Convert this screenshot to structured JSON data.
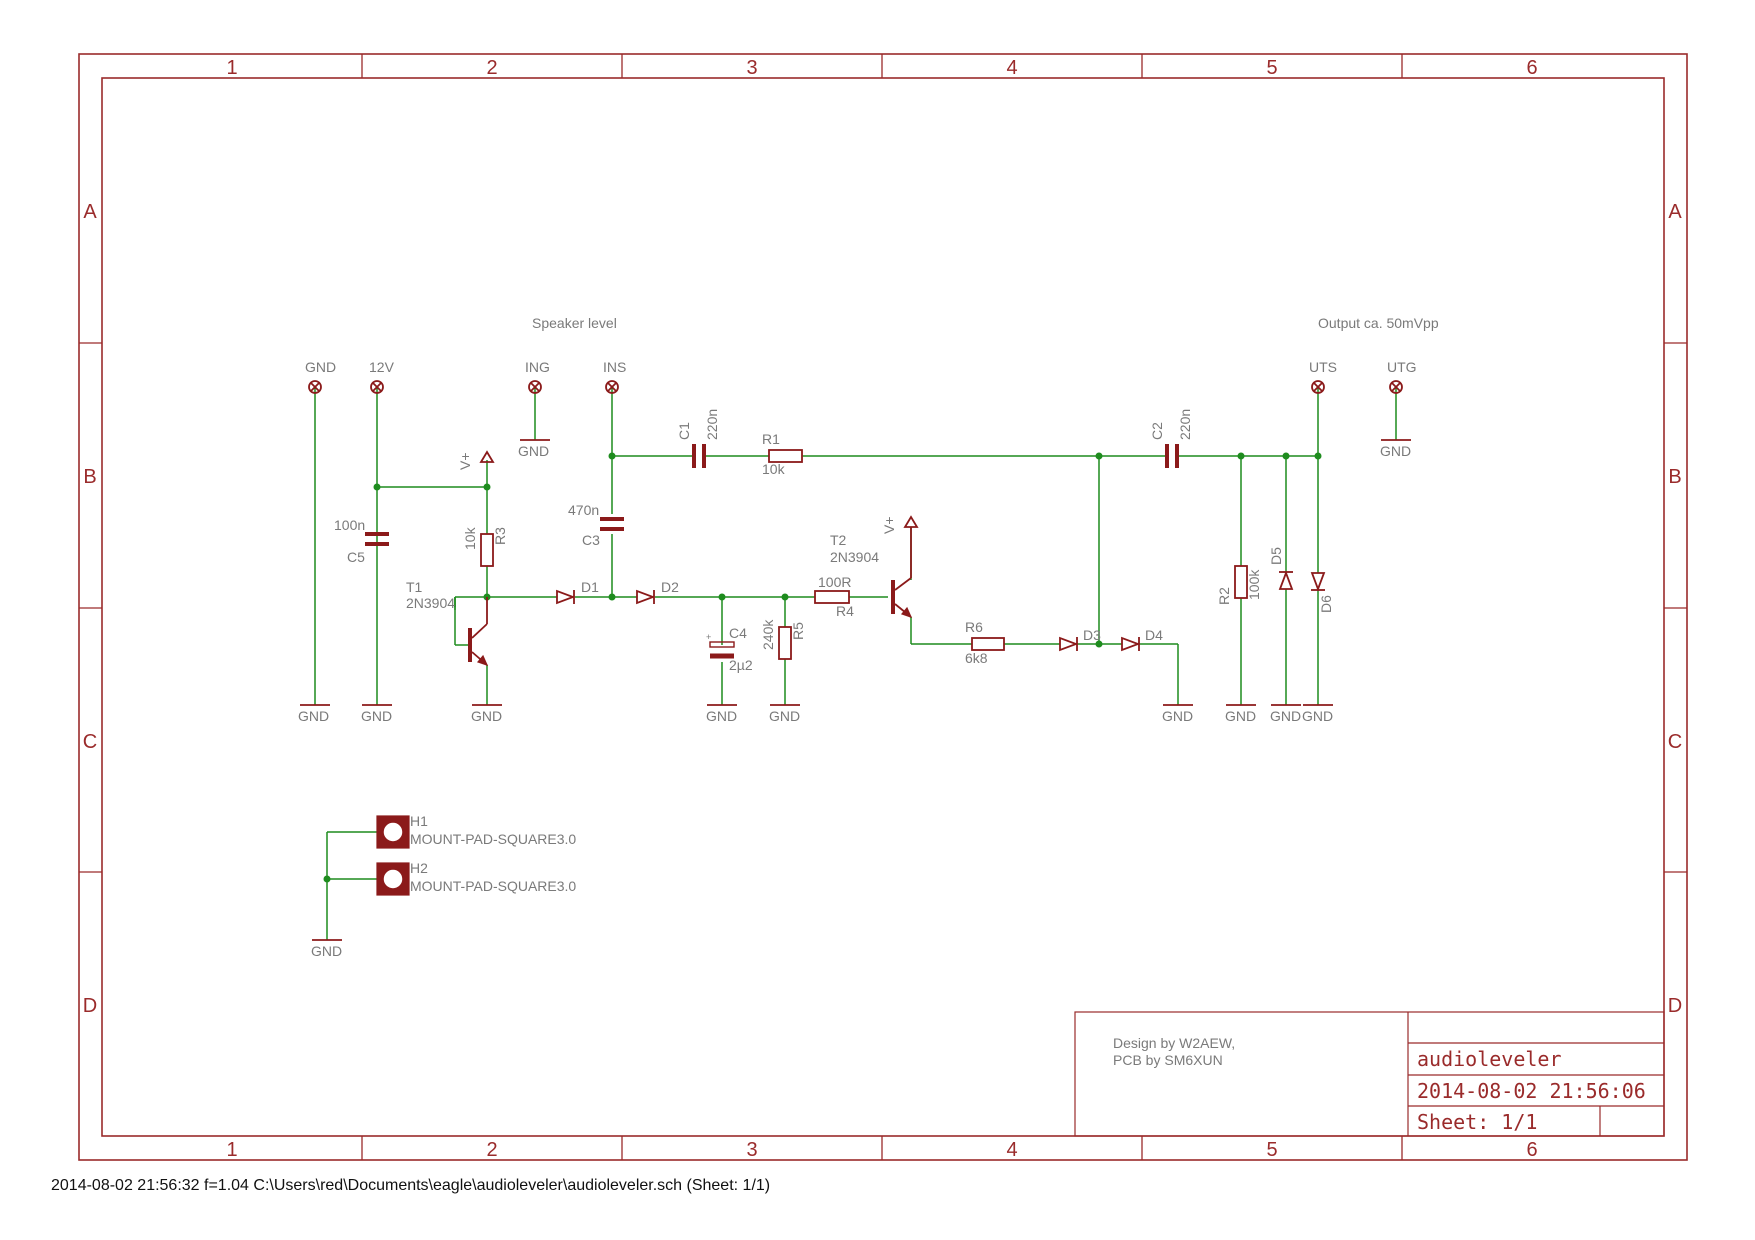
{
  "zones": {
    "columns": [
      "1",
      "2",
      "3",
      "4",
      "5",
      "6"
    ],
    "rows": [
      "A",
      "B",
      "C",
      "D"
    ]
  },
  "notes": {
    "speaker_level": "Speaker level",
    "output": "Output ca. 50mVpp"
  },
  "connectors": {
    "gnd": "GND",
    "v12": "12V",
    "ing": "ING",
    "ins": "INS",
    "uts": "UTS",
    "utg": "UTG"
  },
  "power": {
    "gnd": "GND",
    "vplus": "V+"
  },
  "parts": {
    "c1": {
      "name": "C1",
      "value": "220n"
    },
    "c2": {
      "name": "C2",
      "value": "220n"
    },
    "c3": {
      "name": "C3",
      "value": "470n"
    },
    "c4": {
      "name": "C4",
      "value": "2µ2"
    },
    "c5": {
      "name": "C5",
      "value": "100n"
    },
    "r1": {
      "name": "R1",
      "value": "10k"
    },
    "r2": {
      "name": "R2",
      "value": "100k"
    },
    "r3": {
      "name": "R3",
      "value": "10k"
    },
    "r4": {
      "name": "R4",
      "value": "100R"
    },
    "r5": {
      "name": "R5",
      "value": "240k"
    },
    "r6": {
      "name": "R6",
      "value": "6k8"
    },
    "t1": {
      "name": "T1",
      "value": "2N3904"
    },
    "t2": {
      "name": "T2",
      "value": "2N3904"
    },
    "d1": "D1",
    "d2": "D2",
    "d3": "D3",
    "d4": "D4",
    "d5": "D5",
    "d6": "D6",
    "h1": {
      "name": "H1",
      "value": "MOUNT-PAD-SQUARE3.0"
    },
    "h2": {
      "name": "H2",
      "value": "MOUNT-PAD-SQUARE3.0"
    }
  },
  "title_block": {
    "credit_line1": "Design by W2AEW,",
    "credit_line2": "PCB by SM6XUN",
    "name": "audioleveler",
    "date": "2014-08-02 21:56:06",
    "sheet": "Sheet: 1/1"
  },
  "footer": "2014-08-02 21:56:32  f=1.04  C:\\Users\\red\\Documents\\eagle\\audioleveler\\audioleveler.sch (Sheet: 1/1)",
  "colors": {
    "frame": "#9a2b2b",
    "wire": "#1e8c1e",
    "part": "#8b1a1a",
    "label": "#7a7a7a"
  }
}
